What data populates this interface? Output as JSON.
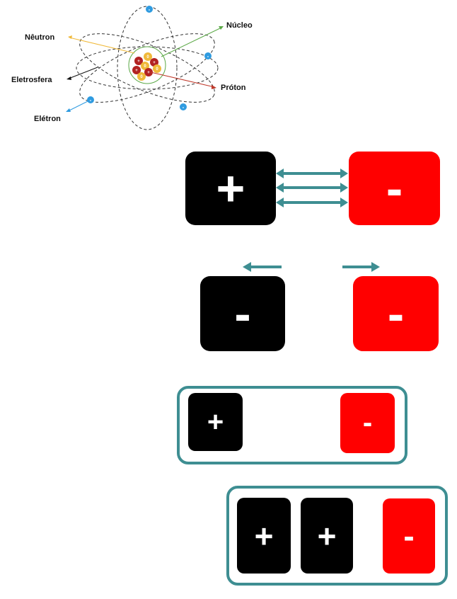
{
  "atom": {
    "labels": {
      "neutron": "Nêutron",
      "nucleus": "Núcleo",
      "electrosphere": "Eletrosfera",
      "proton": "Próton",
      "electron": "Elétron"
    },
    "electron_sign": "-",
    "proton_sign": "+",
    "neutron_sign": "0"
  },
  "rows": [
    {
      "name": "attraction",
      "left": "+",
      "right": "-"
    },
    {
      "name": "repulsion",
      "left": "-",
      "right": "-"
    },
    {
      "name": "pair",
      "left": "+",
      "right": "-"
    },
    {
      "name": "triple",
      "items": [
        "+",
        "+",
        "-"
      ]
    }
  ],
  "colors": {
    "arrow": "#3e8e92",
    "red": "#ff0000",
    "black": "#000000"
  }
}
